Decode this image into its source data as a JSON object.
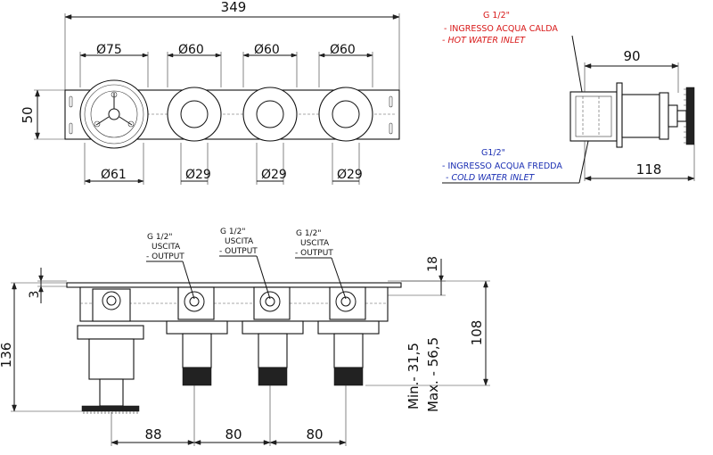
{
  "front_view": {
    "overall_width": "349",
    "height": "50",
    "diameters_top": [
      "Ø75",
      "Ø60",
      "Ø60",
      "Ø60"
    ],
    "diameters_bottom": [
      "Ø61",
      "Ø29",
      "Ø29",
      "Ø29"
    ]
  },
  "side_view": {
    "depth_top": "90",
    "depth_bottom": "118",
    "hot_inlet": {
      "size": "G 1/2\"",
      "label_it": "- INGRESSO ACQUA CALDA",
      "label_en": "- HOT WATER INLET"
    },
    "cold_inlet": {
      "size": "G1/2\"",
      "label_it": "- INGRESSO ACQUA FREDDA",
      "label_en": "- COLD WATER INLET"
    }
  },
  "bottom_view": {
    "outputs": [
      {
        "size": "G 1/2\"",
        "label_it": "USCITA",
        "label_en": "- OUTPUT"
      },
      {
        "size": "G 1/2\"",
        "label_it": "USCITA",
        "label_en": "- OUTPUT"
      },
      {
        "size": "G 1/2\"",
        "label_it": "USCITA",
        "label_en": "- OUTPUT"
      }
    ],
    "dim_18": "18",
    "dim_3": "3",
    "dim_136": "136",
    "dim_108": "108",
    "min_label": "Min.- 31,5",
    "max_label": "Max. - 56,5",
    "spacings": [
      "88",
      "80",
      "80"
    ]
  },
  "colors": {
    "hot_inlet_text": "#d81818",
    "cold_inlet_text": "#1b2fb3",
    "line": "#111111"
  }
}
